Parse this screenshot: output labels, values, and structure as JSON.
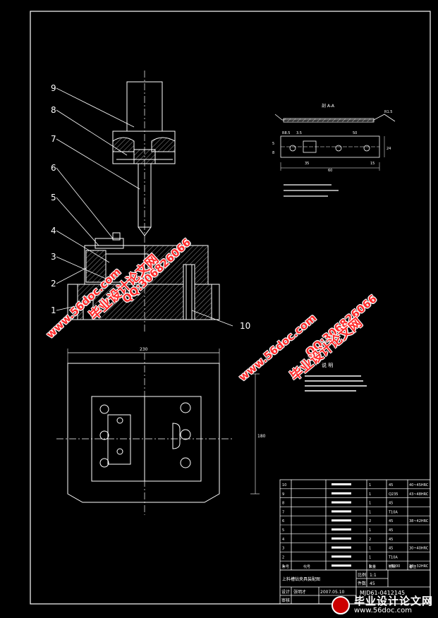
{
  "drawing": {
    "part_labels": [
      "1",
      "2",
      "3",
      "4",
      "5",
      "6",
      "7",
      "8",
      "9",
      "10"
    ],
    "section_title": "剖 A-A",
    "dimensions": [
      "60",
      "35",
      "24",
      "R8.5",
      "R1.5",
      "50",
      "5",
      "8",
      "3.5",
      "15",
      "230",
      "180"
    ],
    "notes_title": "说 明",
    "colors": {
      "frame": "#ffffff",
      "part_lines": "#ffffff",
      "centerline": "#ffffff",
      "dimension": "#ffffff",
      "hatch": "#ffffff"
    }
  },
  "title_block": {
    "parts_rows": [
      {
        "no": "10",
        "qty": "1",
        "mat": "45",
        "note": "40~45HRC"
      },
      {
        "no": "9",
        "qty": "1",
        "mat": "Q235",
        "note": "43~48HRC"
      },
      {
        "no": "8",
        "qty": "1",
        "mat": "45",
        "note": ""
      },
      {
        "no": "7",
        "qty": "1",
        "mat": "T10A",
        "note": ""
      },
      {
        "no": "6",
        "qty": "2",
        "mat": "45",
        "note": "38~42HRC"
      },
      {
        "no": "5",
        "qty": "1",
        "mat": "45",
        "note": ""
      },
      {
        "no": "4",
        "qty": "2",
        "mat": "45",
        "note": ""
      },
      {
        "no": "3",
        "qty": "1",
        "mat": "45",
        "note": "30~40HRC"
      },
      {
        "no": "2",
        "qty": "1",
        "mat": "T10A",
        "note": ""
      },
      {
        "no": "1",
        "qty": "1",
        "mat": "HT200",
        "note": "28~32HRC"
      }
    ],
    "header": {
      "no": "序号",
      "name": "代号",
      "qty": "数量",
      "mat": "材料",
      "note": "备注"
    },
    "drawing_name": "上料槽钻夹具装配图",
    "scale_label": "比例",
    "scale_value": "1:1",
    "sheet_label": "件数",
    "sheet_value": "45",
    "designer_label": "设计",
    "designer": "张明才",
    "date": "2007.05.10",
    "checker_label": "审核",
    "code": "MJD61-0412145"
  },
  "watermarks": {
    "site_a": "www.56doc.com",
    "qq_a": "QQ:306826066",
    "brand_a": "毕业设计论文网",
    "site_b": "www.56doc.com",
    "qq_b": "QQ:306826066",
    "brand_b": "毕业设计论文网"
  },
  "brand": {
    "name": "毕业设计论文网",
    "url": "www.56doc.com"
  }
}
